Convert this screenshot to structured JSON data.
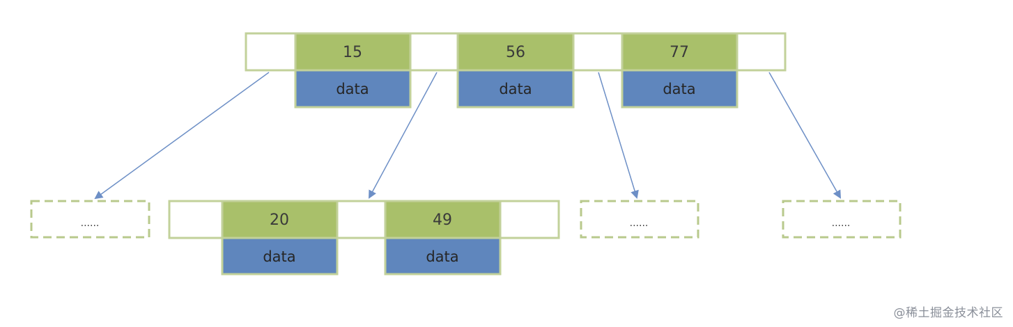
{
  "colors": {
    "node_border": "#c2d19a",
    "key_fill": "#a9c06a",
    "data_fill": "#5f86bd",
    "arrow": "#6d8fc6",
    "dashed_border": "#b8c98c"
  },
  "root": {
    "keys": [
      "15",
      "56",
      "77"
    ],
    "data_label": "data"
  },
  "child_node": {
    "keys": [
      "20",
      "49"
    ],
    "data_label": "data"
  },
  "placeholders": {
    "left": "......",
    "middle": "......",
    "right": "......"
  },
  "watermark": "@稀土掘金技术社区"
}
